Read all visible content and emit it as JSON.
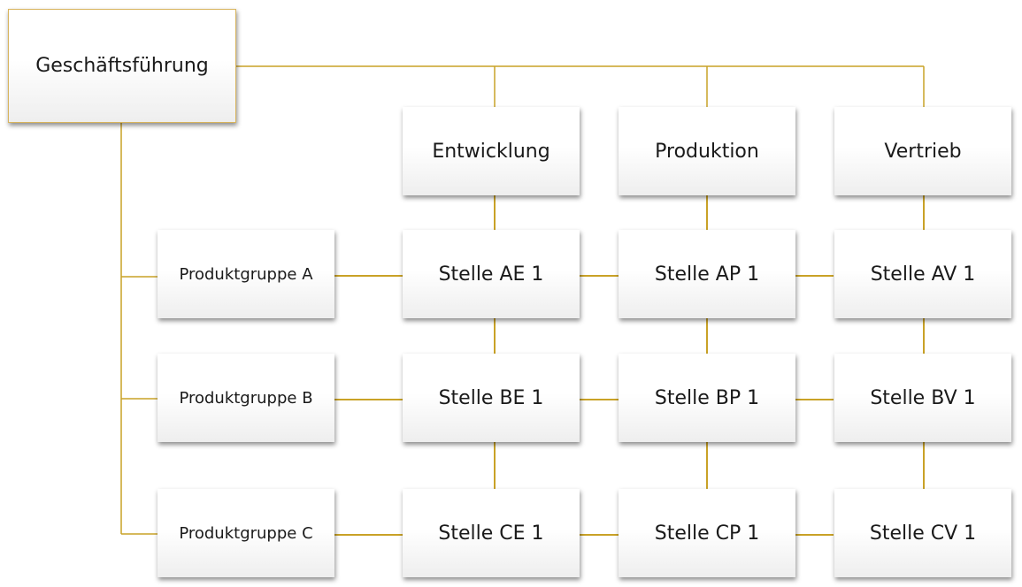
{
  "diagram": {
    "root": "Geschäftsführung",
    "columns": [
      "Entwicklung",
      "Produktion",
      "Vertrieb"
    ],
    "rows": [
      "Produktgruppe A",
      "Produktgruppe B",
      "Produktgruppe C"
    ],
    "cells": [
      [
        "Stelle AE 1",
        "Stelle AP 1",
        "Stelle AV 1"
      ],
      [
        "Stelle BE 1",
        "Stelle BP 1",
        "Stelle BV 1"
      ],
      [
        "Stelle CE 1",
        "Stelle CP 1",
        "Stelle CV 1"
      ]
    ],
    "colors": {
      "connector": "#c9a227",
      "root_border": "#d8b45c"
    }
  }
}
